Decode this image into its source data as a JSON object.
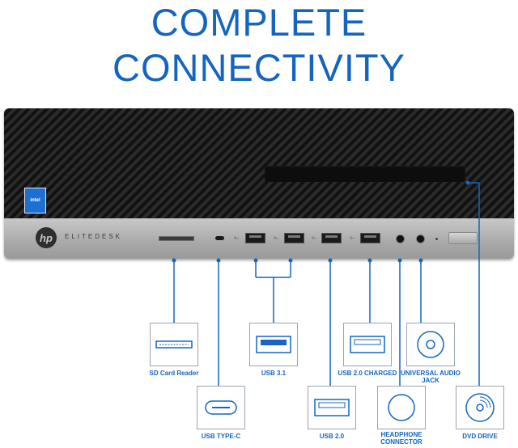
{
  "headline": [
    "COMPLETE",
    "CONNECTIVITY"
  ],
  "product": {
    "model_name": "ELITEDESK",
    "logo_text": "hp",
    "badge_text": "intel"
  },
  "ports": [
    {
      "label": "SD Card Reader",
      "icon": "sd-card-slot-icon"
    },
    {
      "label": "USB TYPE-C",
      "icon": "usb-c-port-icon"
    },
    {
      "label": "USB 3.1",
      "icon": "usb-3-port-icon"
    },
    {
      "label": "USB 2.0",
      "icon": "usb-2-port-icon"
    },
    {
      "label": "USB 2.0 CHARGED",
      "icon": "usb-charged-port-icon"
    },
    {
      "label": "HEADPHONE CONNECTOR",
      "icon": "headphone-jack-icon"
    },
    {
      "label": "UNIVERSAL AUDIO JACK",
      "icon": "audio-jack-icon"
    },
    {
      "label": "DVD DRIVE",
      "icon": "dvd-disc-icon"
    }
  ],
  "colors": {
    "accent": "#1565c0",
    "usb3_blue": "#1e63c4",
    "pc_dark": "#1a1a1a",
    "pc_silver": "#b3b3b3"
  }
}
